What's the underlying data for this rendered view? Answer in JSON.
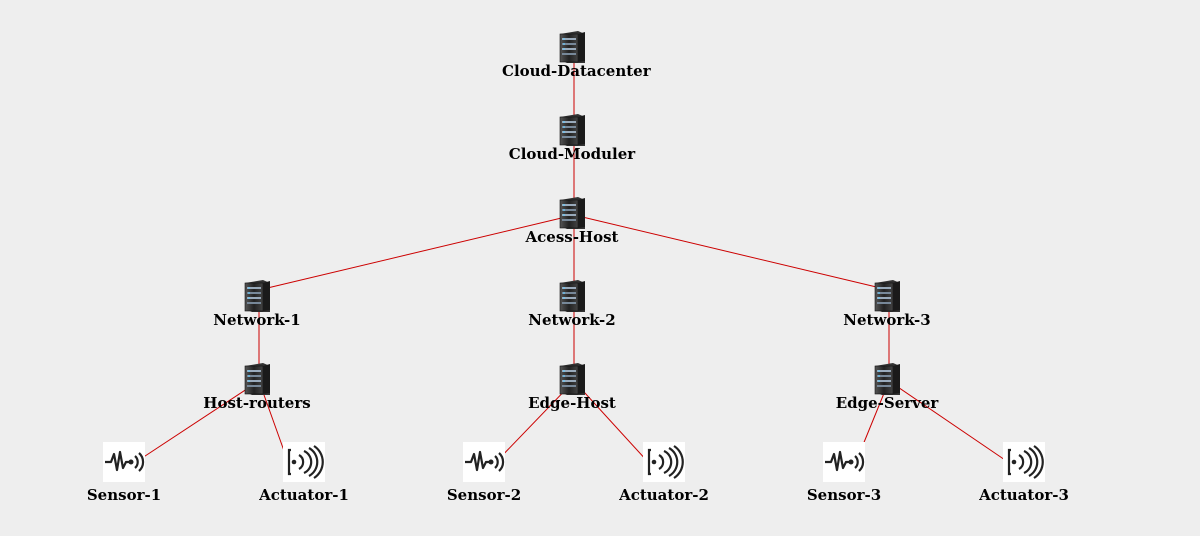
{
  "diagram": {
    "link_color": "#cc0000",
    "nodes": [
      {
        "id": "cloud-datacenter",
        "label": "Cloud-Datacenter",
        "icon": "server-icon"
      },
      {
        "id": "cloud-moduler",
        "label": "Cloud-Moduler",
        "icon": "server-icon"
      },
      {
        "id": "acess-host",
        "label": "Acess-Host",
        "icon": "server-icon"
      },
      {
        "id": "network-1",
        "label": "Network-1",
        "icon": "server-icon"
      },
      {
        "id": "network-2",
        "label": "Network-2",
        "icon": "server-icon"
      },
      {
        "id": "network-3",
        "label": "Network-3",
        "icon": "server-icon"
      },
      {
        "id": "host-routers",
        "label": "Host-routers",
        "icon": "server-icon"
      },
      {
        "id": "edge-host",
        "label": "Edge-Host",
        "icon": "server-icon"
      },
      {
        "id": "edge-server",
        "label": "Edge-Server",
        "icon": "server-icon"
      },
      {
        "id": "sensor-1",
        "label": "Sensor-1",
        "icon": "sensor-icon"
      },
      {
        "id": "actuator-1",
        "label": "Actuator-1",
        "icon": "actuator-icon"
      },
      {
        "id": "sensor-2",
        "label": "Sensor-2",
        "icon": "sensor-icon"
      },
      {
        "id": "actuator-2",
        "label": "Actuator-2",
        "icon": "actuator-icon"
      },
      {
        "id": "sensor-3",
        "label": "Sensor-3",
        "icon": "sensor-icon"
      },
      {
        "id": "actuator-3",
        "label": "Actuator-3",
        "icon": "actuator-icon"
      }
    ],
    "links": [
      [
        "cloud-datacenter",
        "cloud-moduler"
      ],
      [
        "cloud-moduler",
        "acess-host"
      ],
      [
        "acess-host",
        "network-1"
      ],
      [
        "acess-host",
        "network-2"
      ],
      [
        "acess-host",
        "network-3"
      ],
      [
        "network-1",
        "host-routers"
      ],
      [
        "network-2",
        "edge-host"
      ],
      [
        "network-3",
        "edge-server"
      ],
      [
        "host-routers",
        "sensor-1"
      ],
      [
        "host-routers",
        "actuator-1"
      ],
      [
        "edge-host",
        "sensor-2"
      ],
      [
        "edge-host",
        "actuator-2"
      ],
      [
        "edge-server",
        "sensor-3"
      ],
      [
        "edge-server",
        "actuator-3"
      ]
    ]
  }
}
